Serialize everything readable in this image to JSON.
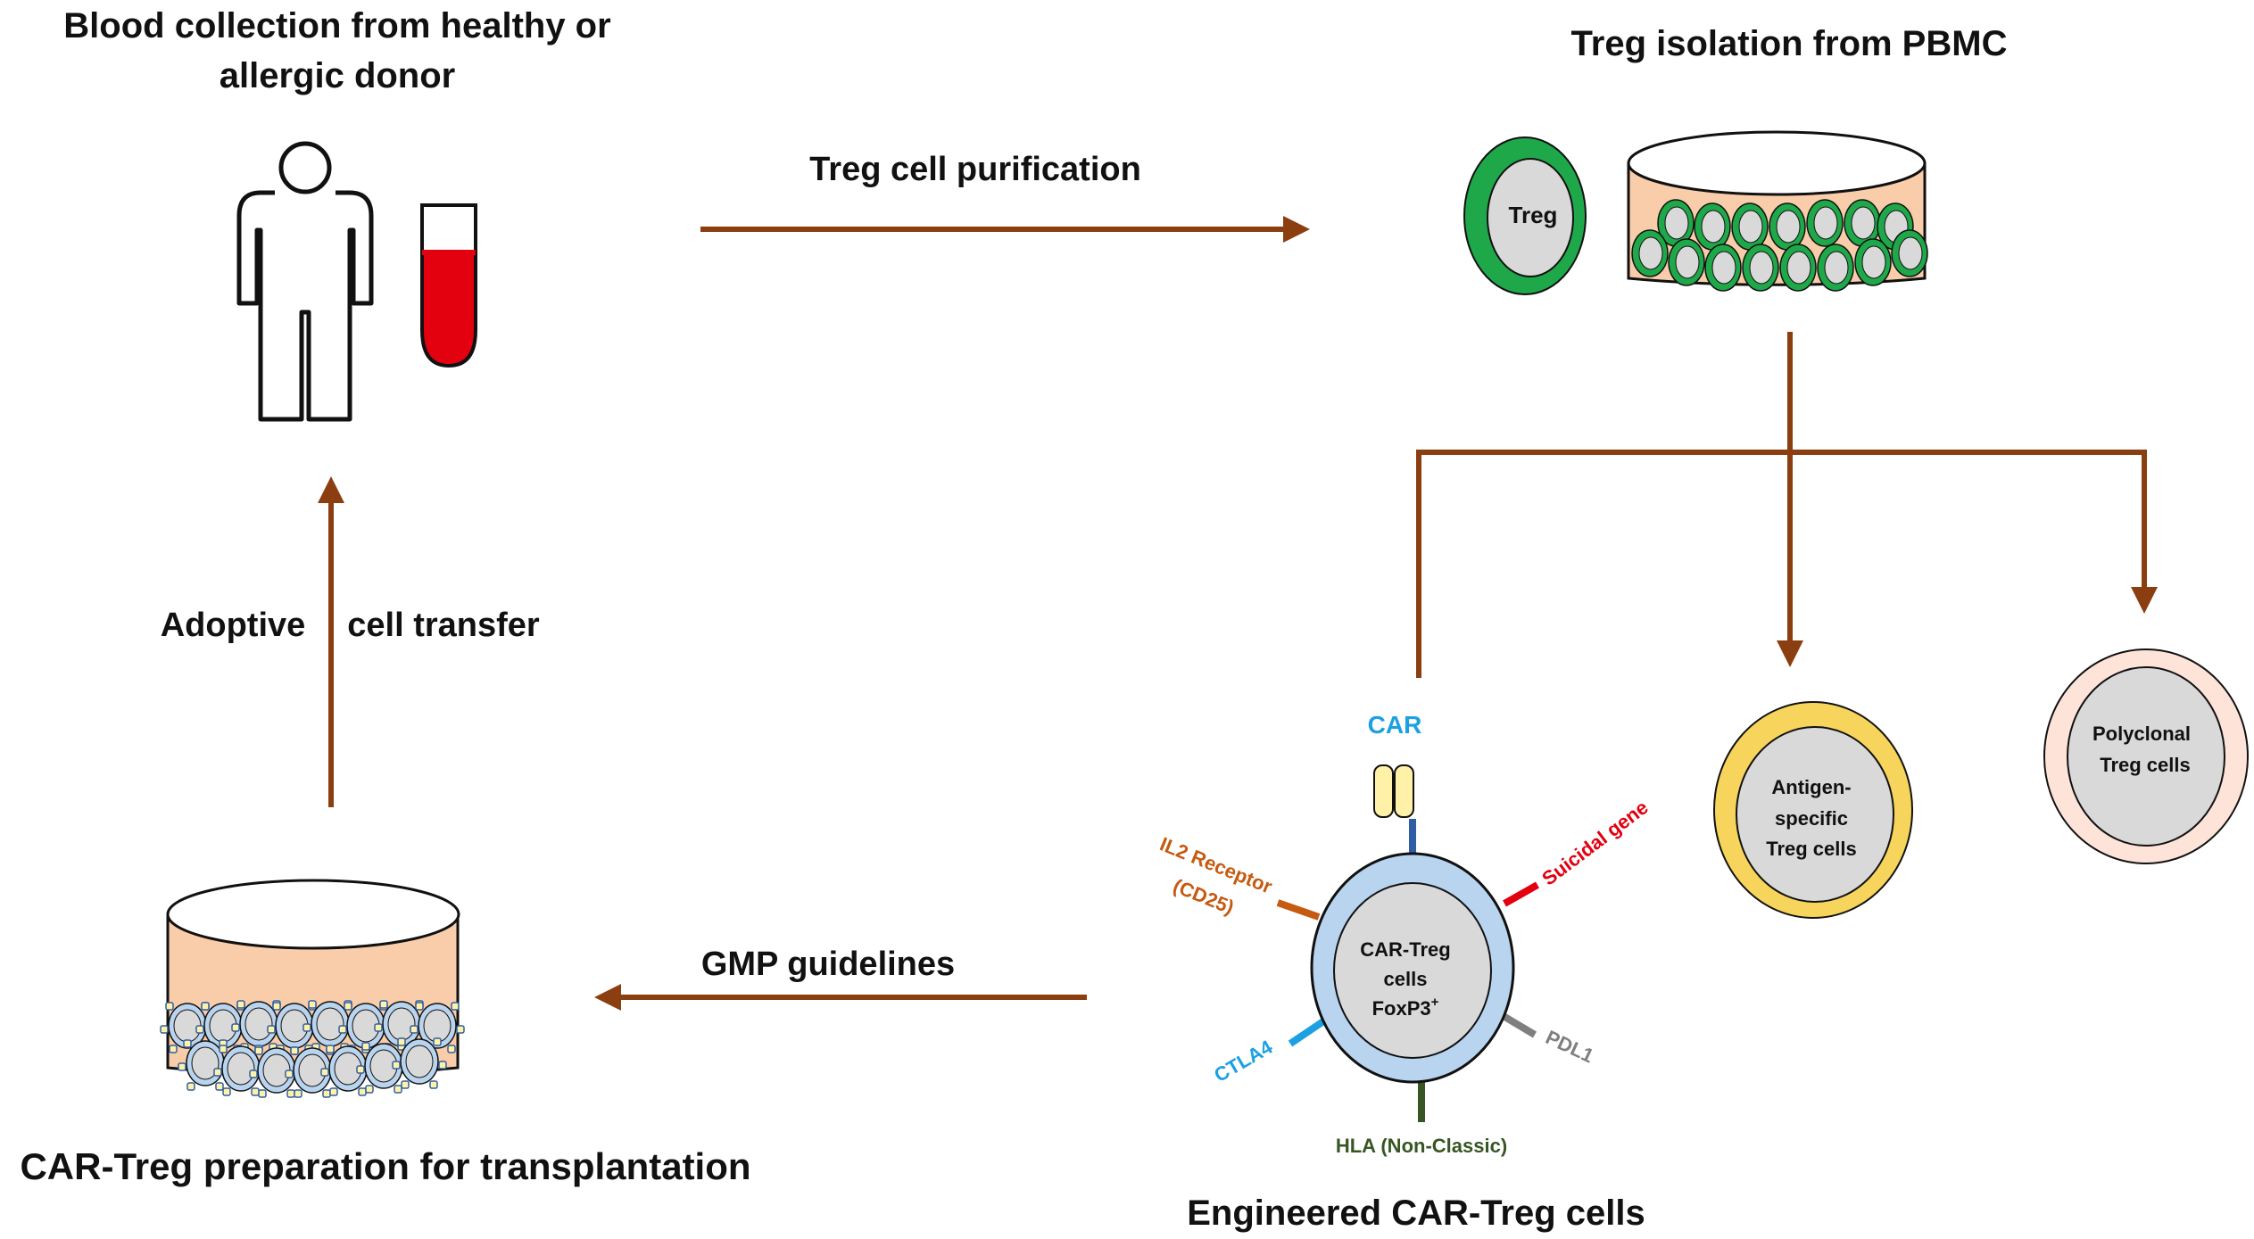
{
  "titles": {
    "blood_collection_line1": "Blood collection from healthy or",
    "blood_collection_line2": "allergic donor",
    "treg_isolation": "Treg isolation from PBMC",
    "car_treg_preparation": "CAR-Treg preparation for transplantation",
    "engineered_cells": "Engineered CAR-Treg cells"
  },
  "arrows": {
    "purification": "Treg cell purification",
    "gmp": "GMP guidelines",
    "transfer_left": "Adoptive",
    "transfer_right": "cell transfer"
  },
  "cells": {
    "treg": "Treg",
    "antigen_line1": "Antigen-",
    "antigen_line2": "specific",
    "antigen_line3": "Treg cells",
    "polyclonal_line1": "Polyclonal",
    "polyclonal_line2": "Treg cells",
    "car_line1": "CAR-Treg",
    "car_line2": "cells",
    "car_line3": "FoxP3",
    "car_sup": "+"
  },
  "receptors": {
    "car": "CAR",
    "il2_line1": "IL2 Receptor",
    "il2_line2": "(CD25)",
    "suicidal": "Suicidal  gene",
    "ctla4": "CTLA4",
    "pdl1": "PDL1",
    "hla": "HLA (Non-Classic)"
  },
  "colors": {
    "arrow": "#8b3e0f",
    "dish_fill": "#f9cdaa",
    "treg_ring": "#1fa84a",
    "cell_core": "#d9d9d9",
    "antigen_ring": "#f7d55c",
    "polyclonal_ring": "#fde3d8",
    "car_cell": "#b9d4ef",
    "tube_blood": "#e3000f",
    "car_label": "#1ba1e2",
    "il2": "#c55a11",
    "suicidal": "#e3000f",
    "ctla4": "#1ba1e2",
    "pdl1": "#7f7f7f",
    "hla": "#375623",
    "car_stem": "#2e5fa6"
  }
}
